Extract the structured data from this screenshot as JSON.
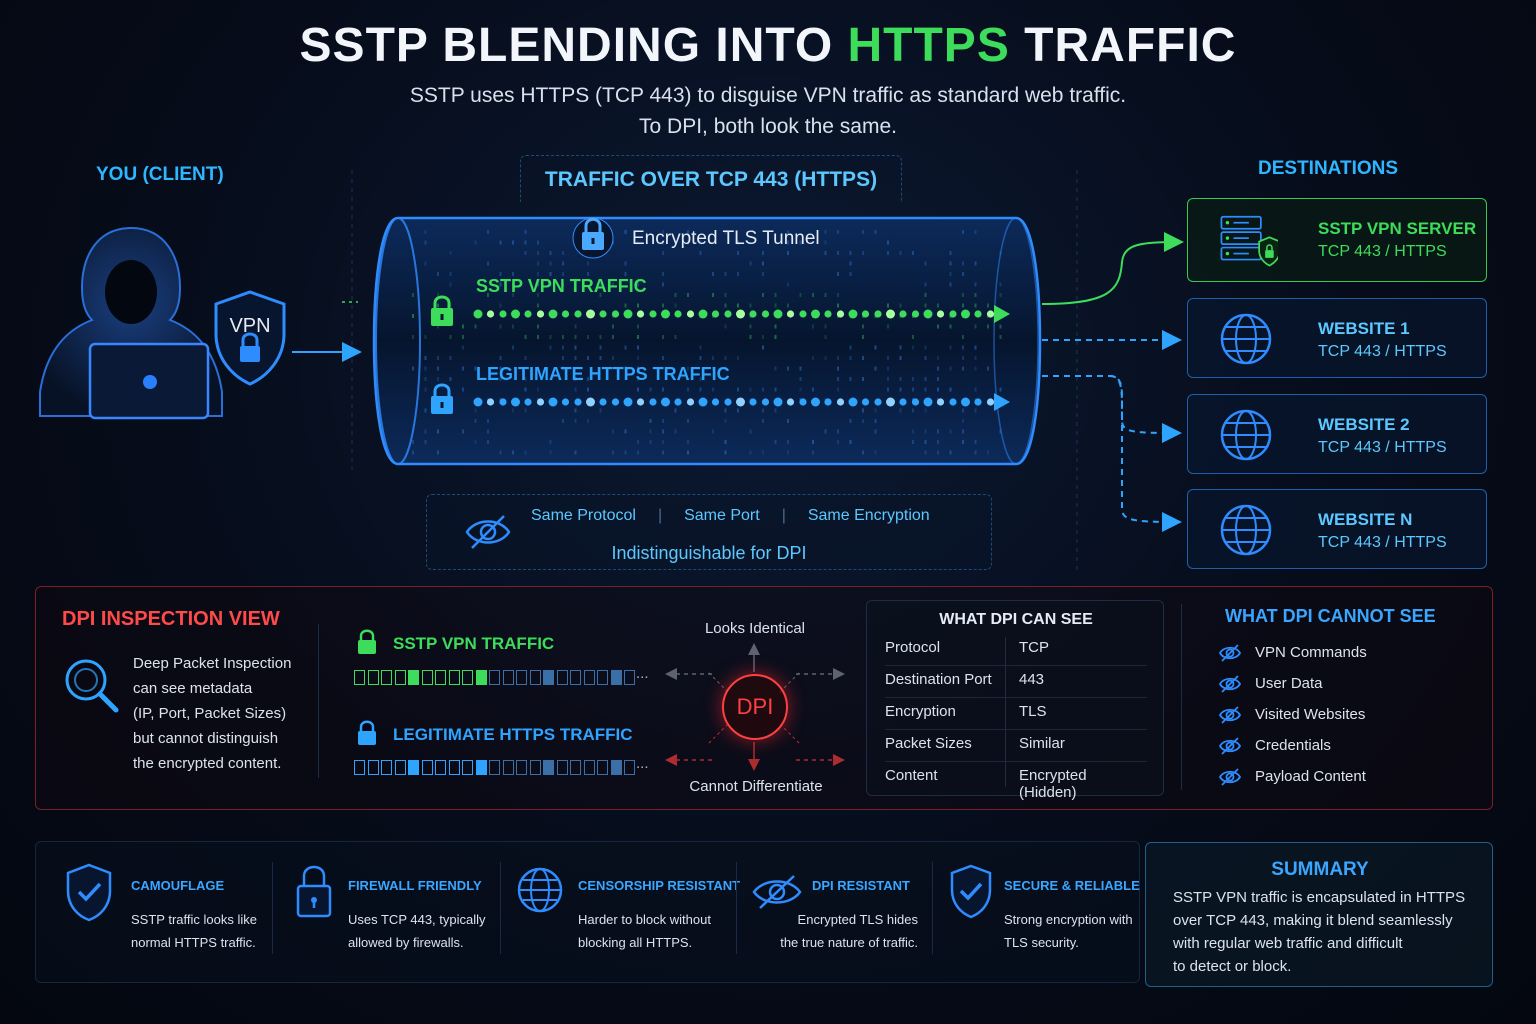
{
  "title_part1": "SSTP BLENDING INTO ",
  "title_highlight": "HTTPS",
  "title_part2": " TRAFFIC",
  "subtitle_lines": [
    "SSTP uses HTTPS (TCP 443) to disguise VPN traffic as standard web traffic.",
    "To DPI, both look the same."
  ],
  "client": {
    "label": "YOU (CLIENT)",
    "badge": "VPN"
  },
  "tunnel": {
    "header": "TRAFFIC OVER TCP 443 (HTTPS)",
    "title": "Encrypted TLS Tunnel",
    "sstp_label": "SSTP VPN TRAFFIC",
    "legit_label": "LEGITIMATE HTTPS TRAFFIC"
  },
  "dpi_note": {
    "items": [
      "Same Protocol",
      "Same Port",
      "Same Encryption"
    ],
    "separator": "|",
    "caption": "Indistinguishable for DPI"
  },
  "destinations": {
    "label": "DESTINATIONS",
    "items": [
      {
        "name": "SSTP VPN SERVER",
        "port": "TCP 443 / HTTPS",
        "icon": "server-shield-icon"
      },
      {
        "name": "WEBSITE 1",
        "port": "TCP 443 / HTTPS",
        "icon": "globe-icon"
      },
      {
        "name": "WEBSITE 2",
        "port": "TCP 443 / HTTPS",
        "icon": "globe-icon"
      },
      {
        "name": "WEBSITE N",
        "port": "TCP 443 / HTTPS",
        "icon": "globe-icon"
      }
    ]
  },
  "inspection": {
    "title": "DPI INSPECTION VIEW",
    "description_lines": [
      "Deep Packet Inspection",
      "can see metadata",
      "(IP, Port, Packet Sizes)",
      "but cannot distinguish",
      "the encrypted content."
    ],
    "sstp_label": "SSTP VPN TRAFFIC",
    "legit_label": "LEGITIMATE HTTPS TRAFFIC",
    "ellipsis": "...",
    "dpi": "DPI",
    "looks_identical": "Looks Identical",
    "cannot_differentiate": "Cannot Differentiate"
  },
  "can_see": {
    "title": "WHAT DPI CAN SEE",
    "rows": [
      {
        "key": "Protocol",
        "value": "TCP"
      },
      {
        "key": "Destination Port",
        "value": "443"
      },
      {
        "key": "Encryption",
        "value": "TLS"
      },
      {
        "key": "Packet Sizes",
        "value": "Similar"
      },
      {
        "key": "Content",
        "value": "Encrypted (Hidden)"
      }
    ]
  },
  "cannot_see": {
    "title": "WHAT DPI CANNOT SEE",
    "items": [
      "VPN Commands",
      "User Data",
      "Visited Websites",
      "Credentials",
      "Payload Content"
    ]
  },
  "features": [
    {
      "title": "CAMOUFLAGE",
      "lines": [
        "SSTP traffic looks like",
        "normal HTTPS traffic."
      ],
      "icon": "shield-check-icon"
    },
    {
      "title": "FIREWALL FRIENDLY",
      "lines": [
        "Uses TCP 443, typically",
        "allowed by firewalls."
      ],
      "icon": "lock-icon"
    },
    {
      "title": "CENSORSHIP RESISTANT",
      "lines": [
        "Harder to block without",
        "blocking all HTTPS."
      ],
      "icon": "globe-icon"
    },
    {
      "title": "DPI RESISTANT",
      "lines": [
        "Encrypted TLS hides",
        "the true nature of traffic."
      ],
      "icon": "eye-slash-icon"
    },
    {
      "title": "SECURE & RELIABLE",
      "lines": [
        "Strong encryption with",
        "TLS security."
      ],
      "icon": "shield-check-icon"
    }
  ],
  "summary": {
    "title": "SUMMARY",
    "lines": [
      "SSTP VPN traffic is encapsulated in HTTPS",
      "over TCP 443, making it blend seamlessly",
      "with regular web traffic and difficult",
      "to detect or block."
    ]
  },
  "colors": {
    "accent_green": "#3ddc5a",
    "accent_blue": "#2fa4ff",
    "alert_red": "#ff4040",
    "background": "#060c1a"
  }
}
